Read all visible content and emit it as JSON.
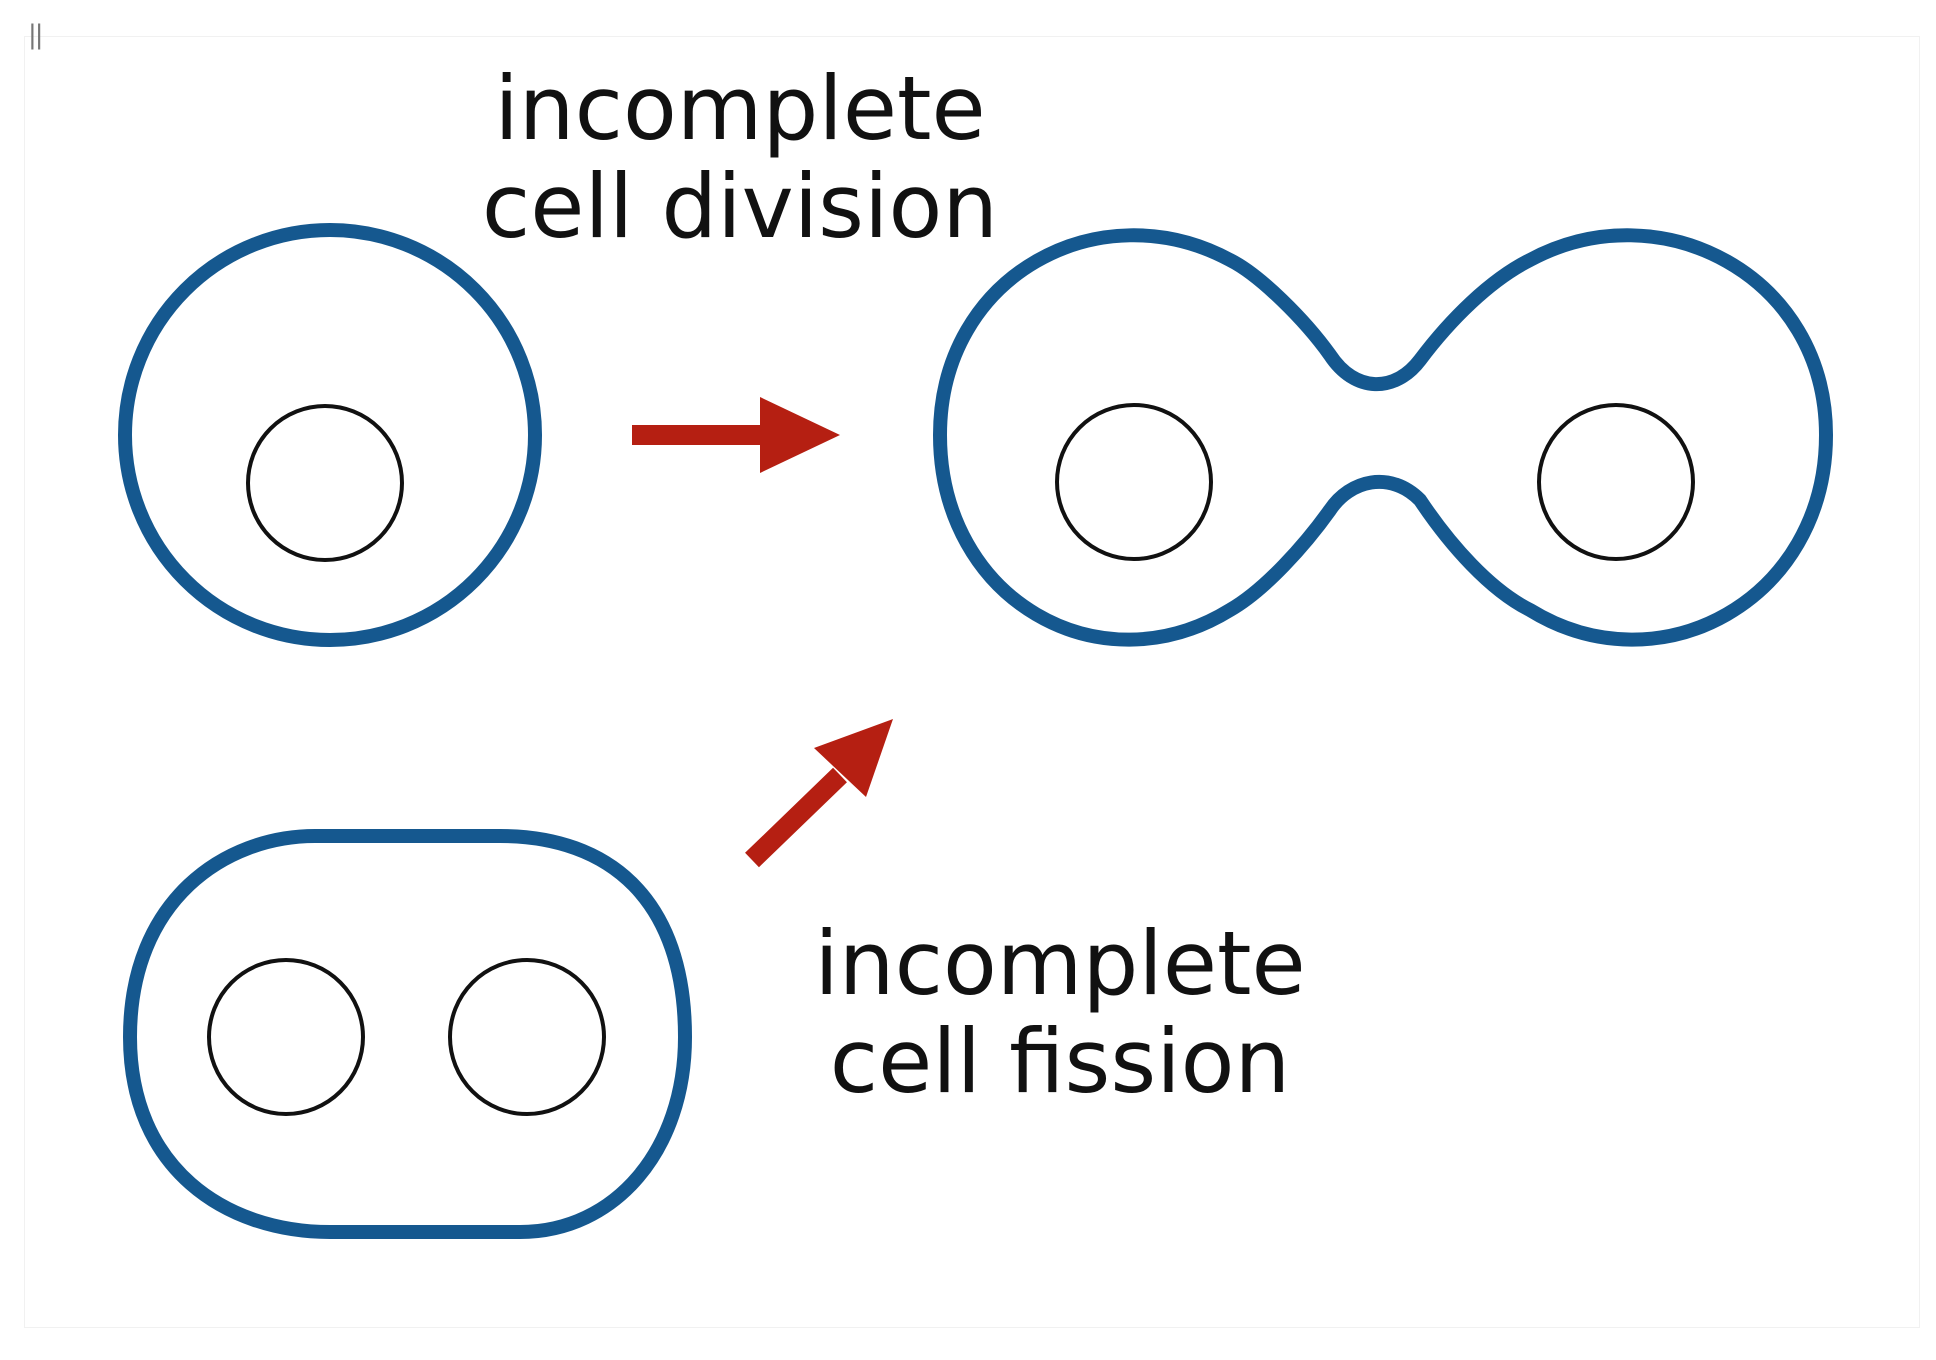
{
  "corner_mark": "||",
  "labels": {
    "division": [
      "incomplete",
      "cell division"
    ],
    "fission": [
      "incomplete",
      "cell fission"
    ]
  },
  "colors": {
    "membrane": "#15588f",
    "nucleus": "#111111",
    "arrow": "#b51f12",
    "background": "#ffffff"
  }
}
